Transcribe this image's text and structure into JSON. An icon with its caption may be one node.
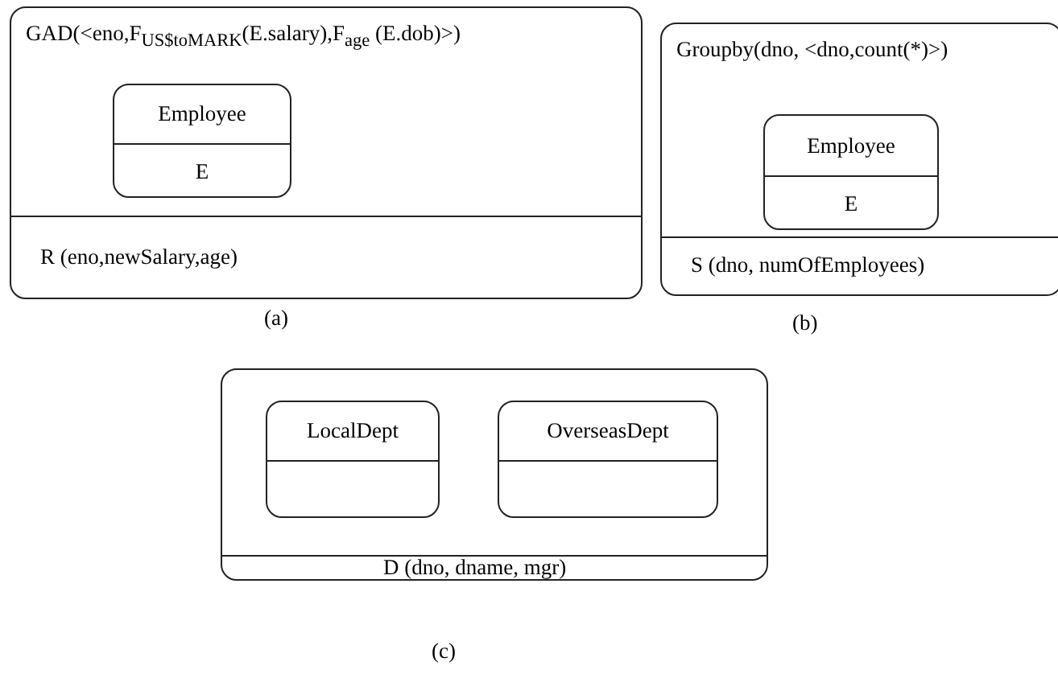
{
  "diagram": {
    "nodes": [
      {
        "text": [
          "GAD(<eno,F$_{US$toMARK}$(E.salary),F$_{age}$ (E.dob)>)",
          "R (eno,newSalary,age)"
        ]
      },
      {
        "text": [
          "Employee",
          "E"
        ],
        "in": 0
      },
      {
        "text": [
          "Groupby(dno, <dno,count(*)>)",
          "S (dno, numOfEmployees)"
        ]
      },
      {
        "text": [
          "Employee",
          "E"
        ],
        "in": 2
      },
      {
        "text": [
          "D (dno, dname, mgr)"
        ]
      },
      {
        "text": [
          "LocalDept"
        ],
        "in": 4
      },
      {
        "text": [
          "OverseasDept"
        ],
        "in": 4
      }
    ],
    "labels": [
      "(a)",
      "(b)",
      "(c)"
    ]
  }
}
